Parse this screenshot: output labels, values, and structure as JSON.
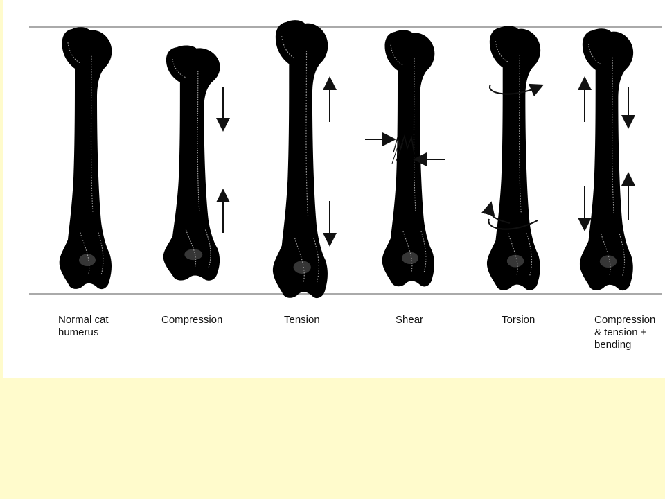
{
  "colors": {
    "slide_background": "#fffbcc",
    "panel_background": "#ffffff",
    "line": "#111111"
  },
  "labels": [
    "Normal cat\nhumerus",
    "Compression",
    "Tension",
    "Shear",
    "Torsion",
    "Compression\n& tension +\nbending"
  ]
}
